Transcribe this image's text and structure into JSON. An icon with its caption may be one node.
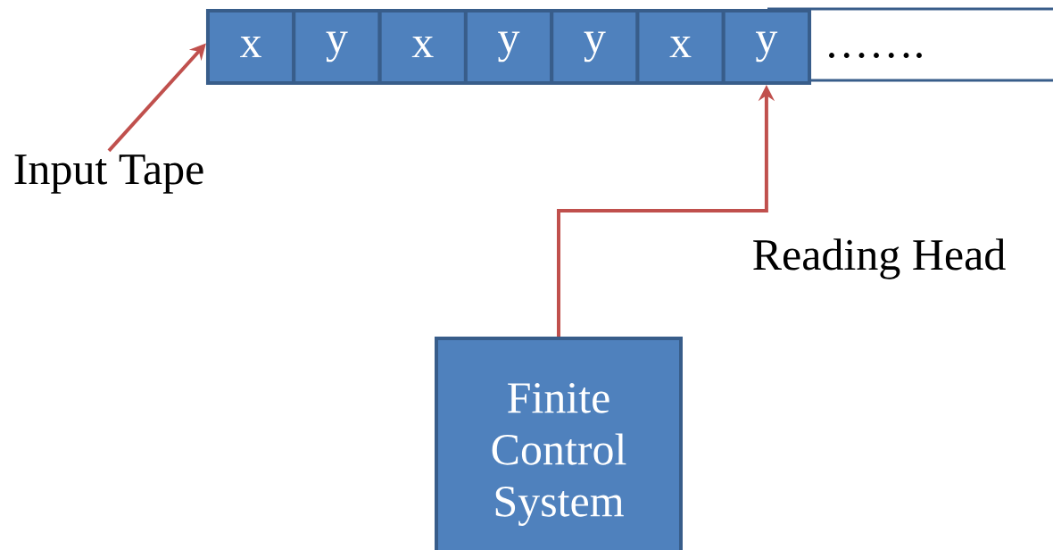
{
  "diagram": {
    "nodes": [
      {
        "text": [
          "x"
        ]
      },
      {
        "text": [
          "y"
        ]
      },
      {
        "text": [
          "x"
        ]
      },
      {
        "text": [
          "y"
        ]
      },
      {
        "text": [
          "y"
        ]
      },
      {
        "text": [
          "x"
        ]
      },
      {
        "text": [
          "y"
        ]
      },
      {
        "text": [
          "……."
        ]
      },
      {
        "text": [
          "Input Tape"
        ]
      },
      {
        "text": [
          "Finite Control System"
        ]
      }
    ],
    "edges": [
      {
        "from": 8,
        "to": 0,
        "arrow": "to"
      },
      {
        "from": 9,
        "to": 6,
        "arrow": "to",
        "label": "Reading Head"
      }
    ]
  }
}
